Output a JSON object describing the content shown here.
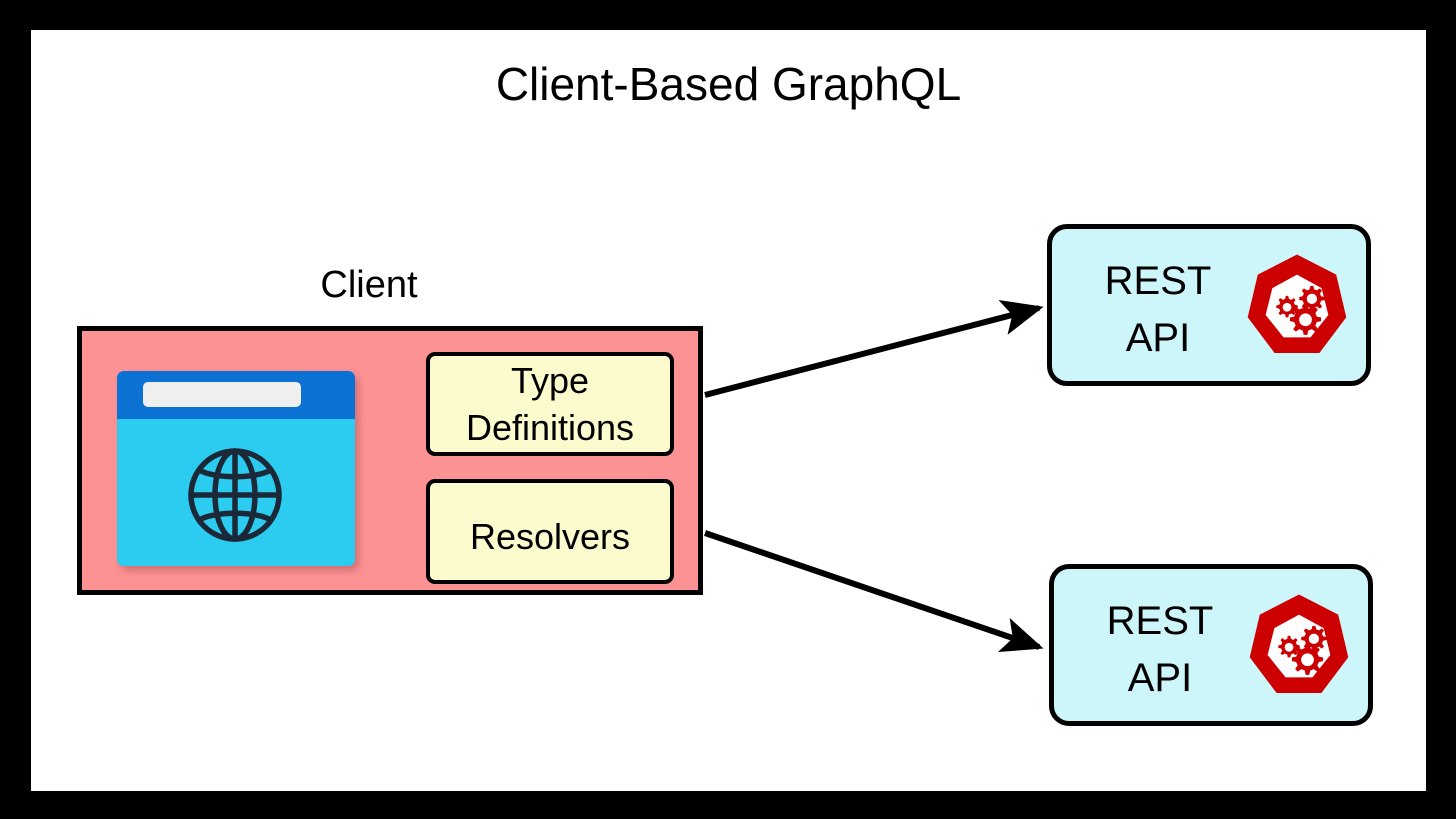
{
  "page": {
    "title": "Client-Based GraphQL",
    "frame_color": "#000000",
    "canvas_color": "#ffffff"
  },
  "client": {
    "label": "Client",
    "box_color": "#FC9294",
    "border_color": "#000000",
    "browser": {
      "icon_name": "browser-window-icon",
      "titlebar_color": "#0B72D4",
      "addressbar_color": "#EFEFEF",
      "body_color": "#2BCCF0",
      "globe_color": "#1B2838"
    },
    "components": [
      {
        "label": "Type Definitions",
        "line1": "Type",
        "line2": "Definitions",
        "color": "#FCFBCE"
      },
      {
        "label": "Resolvers",
        "line1": "Resolvers",
        "line2": "",
        "color": "#FCFBCE"
      }
    ]
  },
  "services": [
    {
      "line1": "REST",
      "line2": "API",
      "box_color": "#CDF6FB",
      "icon_name": "gears-heptagon-icon",
      "icon_color": "#CC0000"
    },
    {
      "line1": "REST",
      "line2": "API",
      "box_color": "#CDF6FB",
      "icon_name": "gears-heptagon-icon",
      "icon_color": "#CC0000"
    }
  ],
  "connections": [
    {
      "name": "client-to-rest-api-1",
      "from": "client",
      "to": "rest-api-1",
      "style": "solid-arrow",
      "color": "#000000"
    },
    {
      "name": "client-to-rest-api-2",
      "from": "client",
      "to": "rest-api-2",
      "style": "solid-arrow",
      "color": "#000000"
    }
  ]
}
